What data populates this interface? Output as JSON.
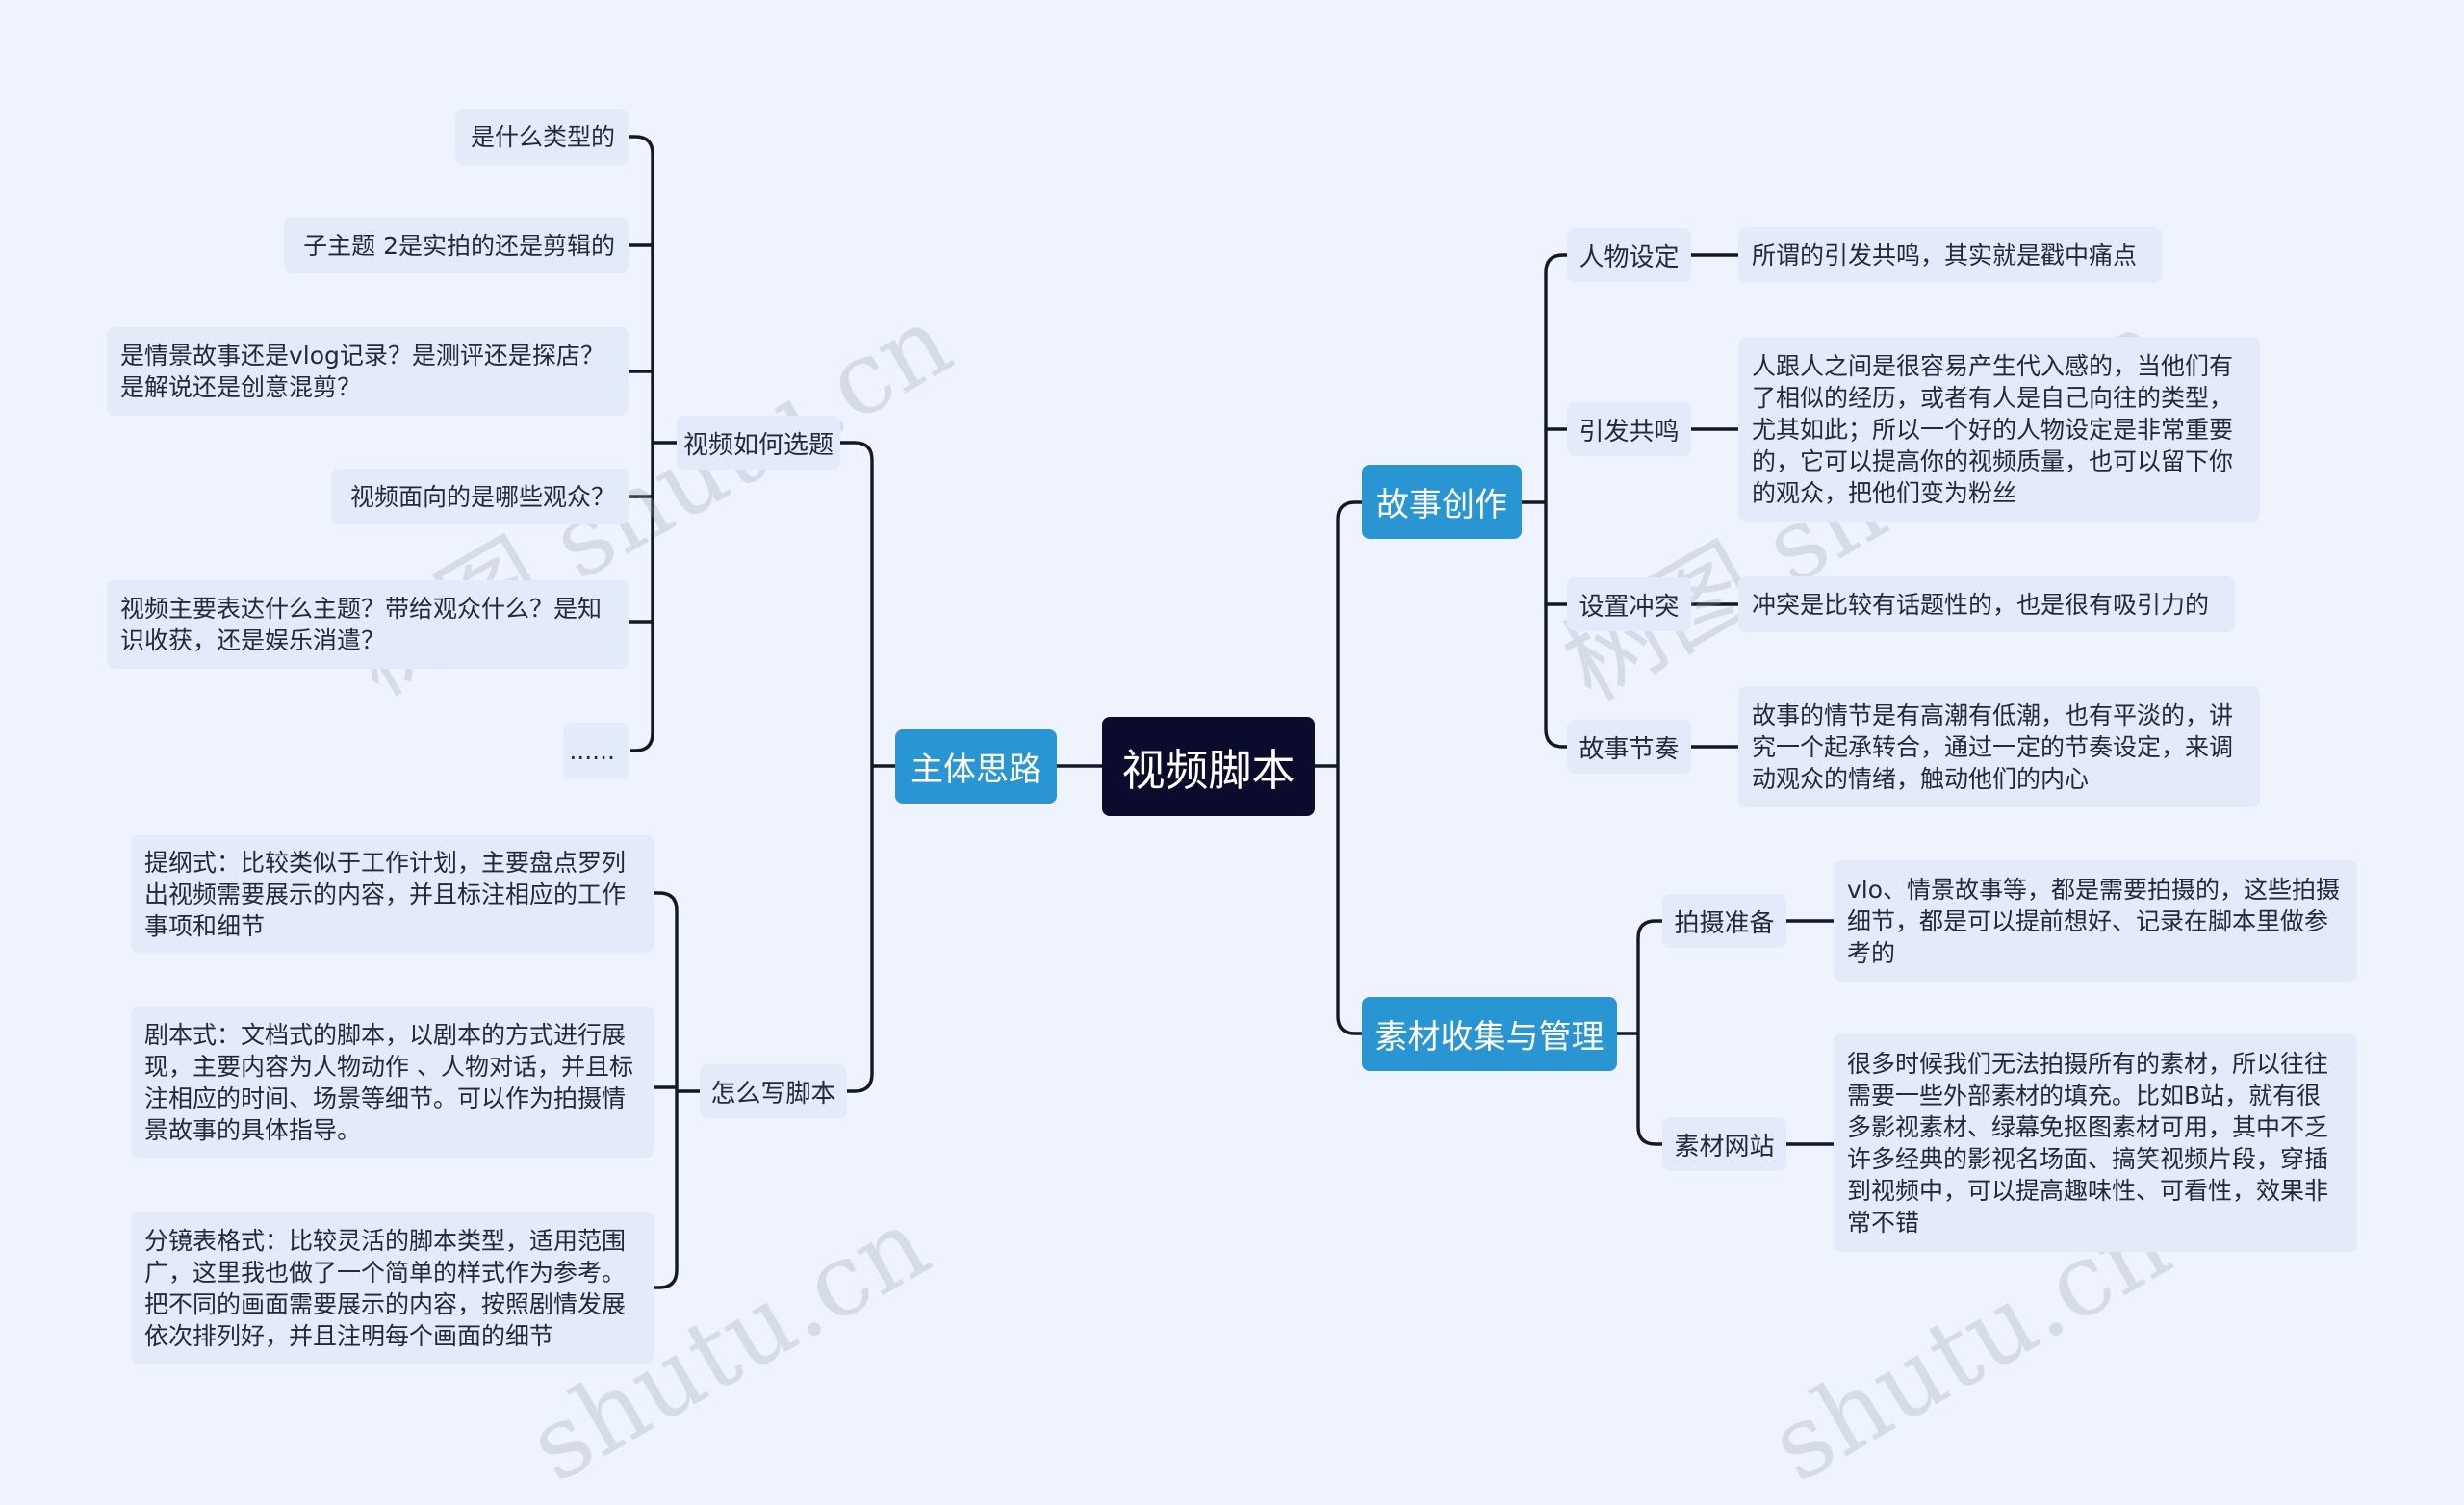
{
  "root": {
    "label": "视频脚本"
  },
  "left": {
    "main": {
      "label": "主体思路"
    },
    "topic": {
      "label": "视频如何选题",
      "items": [
        "是什么类型的",
        "子主题 2是实拍的还是剪辑的",
        "是情景故事还是vlog记录？是测评还是探店？是解说还是创意混剪？",
        "视频面向的是哪些观众？",
        "视频主要表达什么主题？带给观众什么？是知识收获，还是娱乐消遣？",
        "......"
      ]
    },
    "script": {
      "label": "怎么写脚本",
      "items": [
        "提纲式：比较类似于工作计划，主要盘点罗列出视频需要展示的内容，并且标注相应的工作事项和细节",
        "剧本式：文档式的脚本，以剧本的方式进行展现，主要内容为人物动作 、人物对话，并且标注相应的时间、场景等细节。可以作为拍摄情景故事的具体指导。",
        "分镜表格式：比较灵活的脚本类型，适用范围广，这里我也做了一个简单的样式作为参考。把不同的画面需要展示的内容，按照剧情发展依次排列好，并且注明每个画面的细节"
      ]
    }
  },
  "right": {
    "story": {
      "label": "故事创作",
      "children": [
        {
          "label": "人物设定",
          "leaf": "所谓的引发共鸣，其实就是戳中痛点"
        },
        {
          "label": "引发共鸣",
          "leaf": "人跟人之间是很容易产生代入感的，当他们有了相似的经历，或者有人是自己向往的类型，尤其如此；所以一个好的人物设定是非常重要的，它可以提高你的视频质量，也可以留下你的观众，把他们变为粉丝"
        },
        {
          "label": "设置冲突",
          "leaf": "冲突是比较有话题性的，也是很有吸引力的"
        },
        {
          "label": "故事节奏",
          "leaf": "故事的情节是有高潮有低潮，也有平淡的，讲究一个起承转合，通过一定的节奏设定，来调动观众的情绪，触动他们的内心"
        }
      ]
    },
    "material": {
      "label": "素材收集与管理",
      "children": [
        {
          "label": "拍摄准备",
          "leaf": "vlo、情景故事等，都是需要拍摄的，这些拍摄细节，都是可以提前想好、记录在脚本里做参考的"
        },
        {
          "label": "素材网站",
          "leaf": "很多时候我们无法拍摄所有的素材，所以往往需要一些外部素材的填充。比如B站，就有很多影视素材、绿幕免抠图素材可用，其中不乏许多经典的影视名场面、搞笑视频片段，穿插到视频中，可以提高趣味性、可看性，效果非常不错"
        }
      ]
    }
  },
  "watermarks": [
    "树图 shutu.cn",
    "树图 shutu.cn",
    "shutu.cn",
    "shutu.cn"
  ]
}
